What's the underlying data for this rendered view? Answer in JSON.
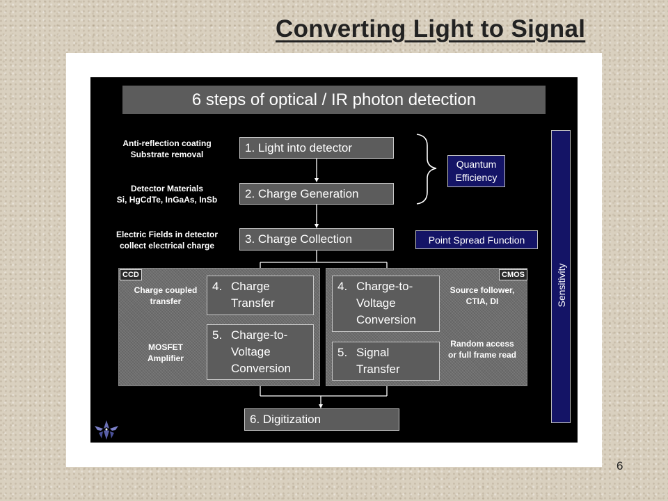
{
  "slide": {
    "title": "Converting Light to Signal",
    "page_number": "6"
  },
  "diagram": {
    "heading": "6 steps of optical / IR photon detection",
    "steps": {
      "s1": "1.  Light into detector",
      "s2": "2.  Charge Generation",
      "s3": "3.  Charge Collection",
      "s6": "6.  Digitization",
      "ccd_s4_num": "4.",
      "ccd_s4_text": "Charge\nTransfer",
      "ccd_s5_num": "5.",
      "ccd_s5_text": "Charge-to-\nVoltage\nConversion",
      "cmos_s4_num": "4.",
      "cmos_s4_text": "Charge-to-\nVoltage\nConversion",
      "cmos_s5_num": "5.",
      "cmos_s5_text": "Signal\nTransfer"
    },
    "left_notes": {
      "n1": "Anti-reflection coating\nSubstrate removal",
      "n2": "Detector Materials\nSi, HgCdTe, InGaAs, InSb",
      "n3": "Electric Fields in detector\ncollect electrical charge"
    },
    "ccd": {
      "tag": "CCD",
      "note1": "Charge coupled\ntransfer",
      "note2": "MOSFET\nAmplifier"
    },
    "cmos": {
      "tag": "CMOS",
      "note1": "Source follower,\nCTIA, DI",
      "note2": "Random access\nor full frame read"
    },
    "qe_box": "Quantum\nEfficiency",
    "psf_box": "Point Spread Function",
    "sensitivity": "Sensitivity",
    "colors": {
      "navy": "#141466",
      "box_gray": "#5c5c5c",
      "stage": "#000000"
    }
  }
}
